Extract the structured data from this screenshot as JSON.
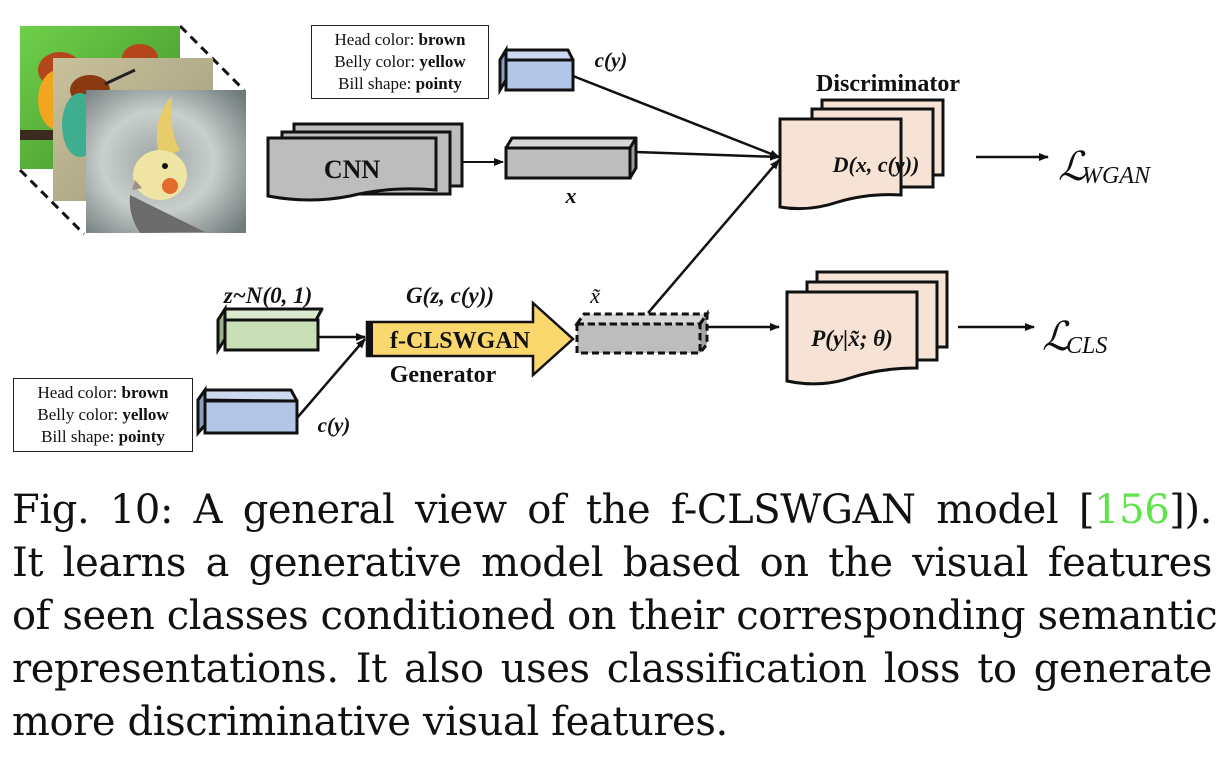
{
  "figure": {
    "images": [
      {
        "name": "kingfisher-photo",
        "description": "kingfisher bird photo"
      },
      {
        "name": "bee-eater-photo",
        "description": "bee-eater bird photo"
      },
      {
        "name": "cockatiel-photo",
        "description": "cockatiel bird photo"
      }
    ],
    "attributes_top": [
      {
        "label": "Head color: ",
        "value": "brown"
      },
      {
        "label": "Belly color: ",
        "value": "yellow"
      },
      {
        "label": "Bill shape: ",
        "value": "pointy"
      }
    ],
    "attributes_bottom": [
      {
        "label": "Head color: ",
        "value": "brown"
      },
      {
        "label": "Belly color: ",
        "value": "yellow"
      },
      {
        "label": "Bill shape: ",
        "value": "pointy"
      }
    ],
    "labels": {
      "cy_top": "c(y)",
      "cy_bottom": "c(y)",
      "cnn": "CNN",
      "x": "x",
      "discriminator": "Discriminator",
      "d_func": "D(x, c(y))",
      "loss_wgan_main": "ℒ",
      "loss_wgan_sub": "WGAN",
      "noise": "z~N(0, 1)",
      "g_func": "G(z, c(y))",
      "generator_name": "f-CLSWGAN",
      "generator": "Generator",
      "x_tilde": "x̃",
      "classifier": "P(y|x̃; θ)",
      "loss_cls_main": "ℒ",
      "loss_cls_sub": "CLS"
    },
    "colors": {
      "feature_gray": "#bdbdbd",
      "attribute_blue": "#b4c6e7",
      "noise_green": "#c9dfb8",
      "generator_yellow": "#fbd86e",
      "paper_peach": "#f6e3d6"
    }
  },
  "caption": {
    "lines": [
      {
        "text": "Fig. 10: A general view of the f-CLSWGAN model [",
        "cite": "156",
        "after": "])."
      },
      {
        "text": "It learns a generative model based on the visual features"
      },
      {
        "text": "of seen classes conditioned on their corresponding semantic"
      },
      {
        "text": "representations. It also uses classification loss to generate"
      },
      {
        "text": "more discriminative visual features."
      }
    ]
  }
}
